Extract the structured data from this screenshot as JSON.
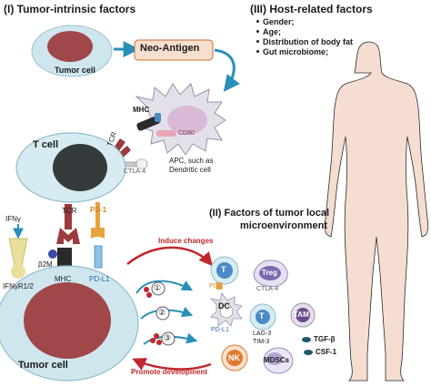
{
  "sections": {
    "intrinsic_title": "(I) Tumor-intrinsic factors",
    "host_title": "(III) Host-related factors",
    "local_title_line1": "(II) Factors of tumor local",
    "local_title_line2": "microenvironment"
  },
  "host_factors": [
    "Gender;",
    "Age;",
    "Distribution of body fat",
    "Gut microbiome;"
  ],
  "labels": {
    "tumor_cell_top": "Tumor cell",
    "neo_antigen": "Neo-Antigen",
    "mhc_top": "MHC",
    "cd80": "CD80",
    "apc_line1": "APC, such as",
    "apc_line2": "Dendritic cell",
    "tcr_top": "TCR",
    "ctla4_top": "CTLA-4",
    "t_cell": "T cell",
    "ifng": "IFNγ",
    "tcr_mid": "TCR",
    "pd1_mid": "PD-1",
    "b2m": "β2M",
    "mhc_mid": "MHC",
    "pdl1_mid": "PD-L1",
    "ifngr": "IFNγR1/2",
    "tumor_cell_bottom": "Tumor cell",
    "induce_changes": "Induce changes",
    "promote_development": "Promote development",
    "step1": "①",
    "step2": "②",
    "step3": "③",
    "t_small1": "T",
    "pd1_small": "PD-1",
    "treg": "Treg",
    "ctla4_small": "CTLA-4",
    "dc": "DC",
    "pdl1_small": "PD-L1",
    "t_small2": "T",
    "lag3": "LAG-3",
    "tim3": "TIM-3",
    "tam": "TAM",
    "tgfb": "TGF-β",
    "csf1": "CSF-1",
    "nk": "NK",
    "mdscs": "MDSCs"
  },
  "colors": {
    "tumor_nucleus": "#a0474a",
    "cell_body": "#cfe6ef",
    "t_cell_body": "#d7ecf2",
    "apc_body": "#e4e0ea",
    "arrow_blue": "#2a8fb8",
    "arrow_red": "#c0282c",
    "neo_box_fill": "#f7dfcf",
    "neo_box_border": "#d26a2e",
    "body_fill": "#f6ddd1",
    "tcr_red": "#9c3a3e",
    "pd1_orange": "#e7a33e",
    "pdl1_blue": "#4a8ac6",
    "treg_purple": "#7d6ab0",
    "tam_purple": "#6c4b8c",
    "nk_orange": "#e07a2c",
    "mdsc_purple": "#b5a6d2"
  }
}
